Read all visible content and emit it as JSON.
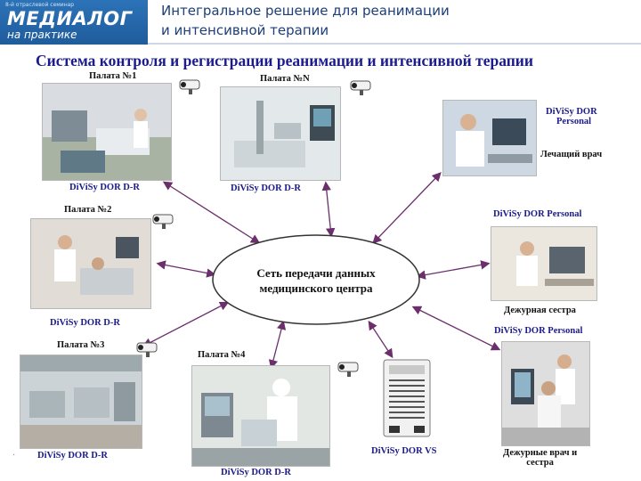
{
  "header": {
    "logo_subtitle": "8-й отраслевой семинар",
    "logo_main": "МЕДИАЛОГ",
    "logo_tagline": "на практике",
    "title_line1": "Интегральное решение для реанимации",
    "title_line2": "и интенсивной терапии"
  },
  "diagram": {
    "title": "Система контроля и регистрации реанимации и интенсивной терапии",
    "center_line1": "Сеть передачи данных",
    "center_line2": "медицинского центра",
    "wards": [
      {
        "label": "Палата №1",
        "system": "DiViSy DOR D-R"
      },
      {
        "label": "Палата №N",
        "system": "DiViSy DOR D-R"
      },
      {
        "label": "Палата №2",
        "system": "DiViSy DOR D-R"
      },
      {
        "label": "Палата №3",
        "system": "DiViSy DOR D-R"
      },
      {
        "label": "Палата №4",
        "system": "DiViSy DOR D-R"
      }
    ],
    "stations": [
      {
        "system_line1": "DiViSy DOR",
        "system_line2": "Personal",
        "role": "Лечащий врач"
      },
      {
        "system": "DiViSy DOR Personal",
        "role": "Дежурная сестра"
      },
      {
        "system": "DiViSy DOR Personal",
        "role_line1": "Дежурные врач и",
        "role_line2": "сестра"
      }
    ],
    "server": {
      "system": "DiViSy DOR VS"
    }
  },
  "colors": {
    "brand_blue": "#1f5c9c",
    "title_blue": "#1b1b8c",
    "arrow": "#6b2f6b"
  }
}
